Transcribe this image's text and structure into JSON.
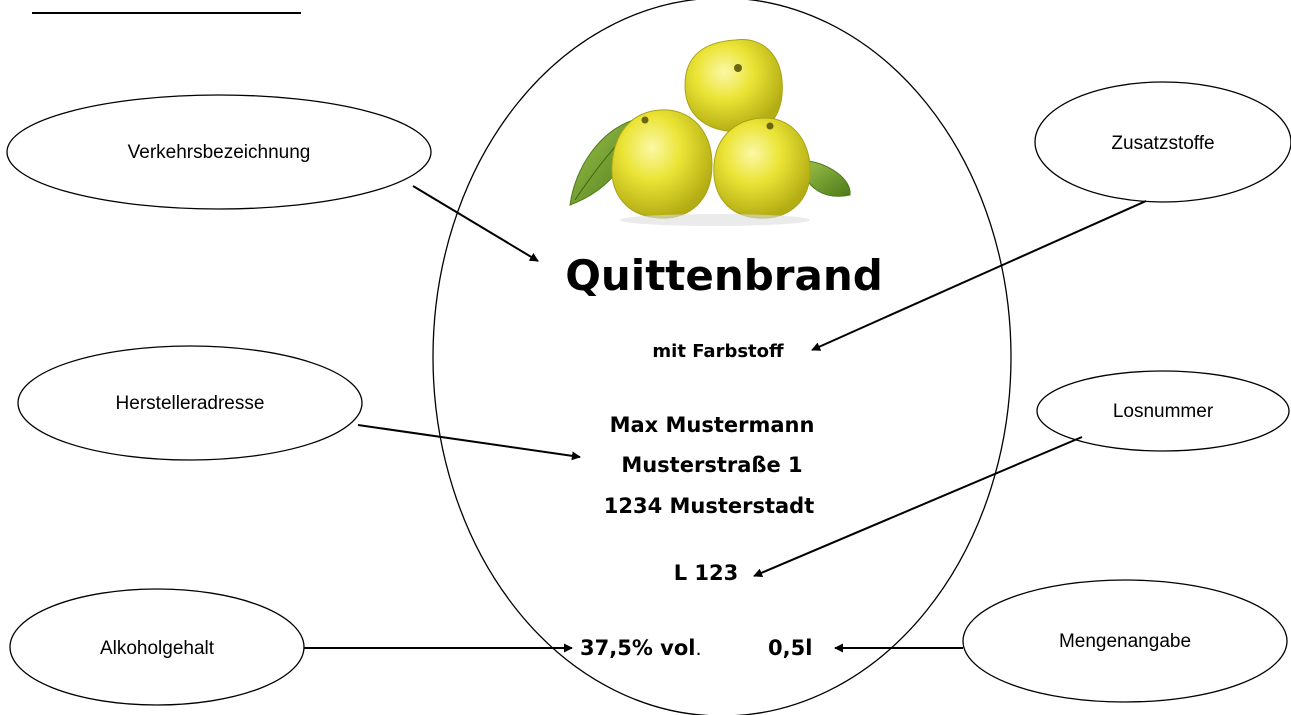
{
  "label": {
    "product_name": "Quittenbrand",
    "additive": "mit Farbstoff",
    "producer_name": "Max Mustermann",
    "producer_street": "Musterstraße 1",
    "producer_city": "1234 Musterstadt",
    "lot_number": "L 123",
    "alcohol_value": "37,5% vol",
    "alcohol_dot": ".",
    "volume": "0,5l"
  },
  "callouts": {
    "verkehrsbezeichnung": "Verkehrsbezeichnung",
    "zusatzstoffe": "Zusatzstoffe",
    "herstelleradresse": "Herstelleradresse",
    "losnummer": "Losnummer",
    "alkoholgehalt": "Alkoholgehalt",
    "mengenangabe": "Mengenangabe"
  },
  "colors": {
    "quince_light": "#f2ee5c",
    "quince_mid": "#dcd51e",
    "quince_dark": "#9f9a10",
    "leaf": "#6f9f2a",
    "leaf_dark": "#4d7a18"
  }
}
